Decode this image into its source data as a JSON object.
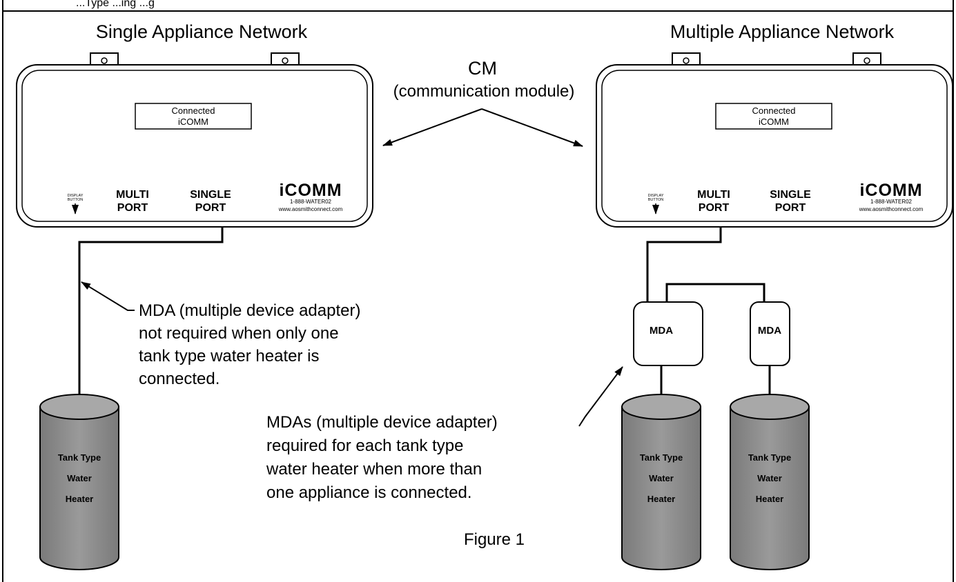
{
  "header_fragment": "...Type ...ing ...g",
  "left": {
    "title": "Single Appliance Network",
    "module": {
      "display_line1": "Connected",
      "display_line2": "iCOMM",
      "display_button_line1": "DISPLAY",
      "display_button_line2": "BUTTON",
      "multi_line1": "MULTI",
      "multi_line2": "PORT",
      "single_line1": "SINGLE",
      "single_line2": "PORT",
      "brand": "iCOMM",
      "phone": "1-888-WATER02",
      "url": "www.aosmithconnect.com"
    },
    "tank": {
      "line1": "Tank Type",
      "line2": "Water",
      "line3": "Heater"
    }
  },
  "right": {
    "title": "Multiple Appliance Network",
    "module": {
      "display_line1": "Connected",
      "display_line2": "iCOMM",
      "display_button_line1": "DISPLAY",
      "display_button_line2": "BUTTON",
      "multi_line1": "MULTI",
      "multi_line2": "PORT",
      "single_line1": "SINGLE",
      "single_line2": "PORT",
      "brand": "iCOMM",
      "phone": "1-888-WATER02",
      "url": "www.aosmithconnect.com"
    },
    "mda_label": "MDA",
    "tanks": [
      {
        "line1": "Tank Type",
        "line2": "Water",
        "line3": "Heater"
      },
      {
        "line1": "Tank Type",
        "line2": "Water",
        "line3": "Heater"
      }
    ]
  },
  "cm_label": "CM",
  "cm_sub": "(communication module)",
  "mda_note": [
    "MDA (multiple device adapter)",
    "not required when only one",
    "tank type water heater is",
    "connected."
  ],
  "mdas_note": [
    "MDAs (multiple device adapter)",
    "required for each tank type",
    "water heater when more than",
    "one appliance is connected."
  ],
  "figure_caption": "Figure 1"
}
